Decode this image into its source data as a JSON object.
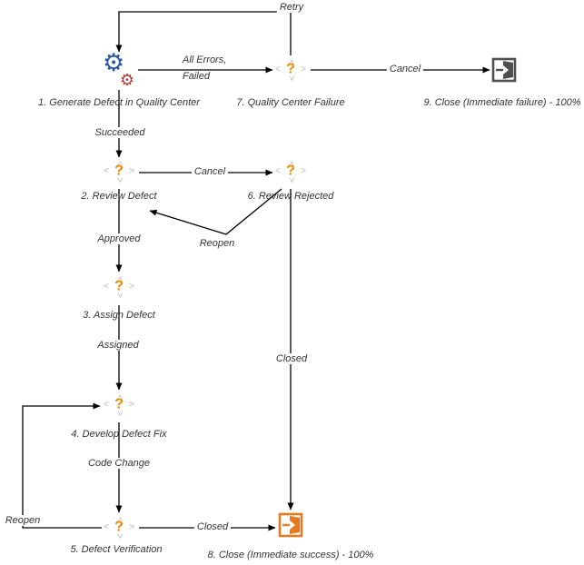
{
  "diagram": {
    "type": "workflow",
    "nodes": [
      {
        "id": 1,
        "label": "1. Generate Defect in Quality Center",
        "icon": "gears-icon"
      },
      {
        "id": 2,
        "label": "2. Review Defect",
        "icon": "question-diamond-icon"
      },
      {
        "id": 3,
        "label": "3. Assign Defect",
        "icon": "question-diamond-icon"
      },
      {
        "id": 4,
        "label": "4. Develop Defect Fix",
        "icon": "question-diamond-icon"
      },
      {
        "id": 5,
        "label": "5. Defect Verification",
        "icon": "question-diamond-icon"
      },
      {
        "id": 6,
        "label": "6. Review Rejected",
        "icon": "question-diamond-icon"
      },
      {
        "id": 7,
        "label": "7. Quality Center Failure",
        "icon": "question-diamond-icon"
      },
      {
        "id": 8,
        "label": "8. Close (Immediate success) - 100%",
        "icon": "exit-door-orange-icon"
      },
      {
        "id": 9,
        "label": "9. Close (Immediate failure) - 100%",
        "icon": "exit-door-gray-icon"
      }
    ],
    "edges": [
      {
        "label": "Retry",
        "from": 7,
        "to": 1
      },
      {
        "label_line1": "All Errors,",
        "label_line2": "Failed",
        "from": 1,
        "to": 7
      },
      {
        "label": "Cancel",
        "from": 7,
        "to": 9
      },
      {
        "label": "Succeeded",
        "from": 1,
        "to": 2
      },
      {
        "label": "Cancel",
        "from": 2,
        "to": 6
      },
      {
        "label": "Reopen",
        "from": 6,
        "to": 2
      },
      {
        "label": "Approved",
        "from": 2,
        "to": 3
      },
      {
        "label": "Assigned",
        "from": 3,
        "to": 4
      },
      {
        "label": "Code Change",
        "from": 4,
        "to": 5
      },
      {
        "label": "Closed",
        "from": 6,
        "to": 8
      },
      {
        "label": "Closed",
        "from": 5,
        "to": 8
      },
      {
        "label": "Reopen",
        "from": 5,
        "to": 4
      }
    ],
    "icons": {
      "gear": "⚙",
      "question_mark": "?",
      "chevron_left": "<",
      "chevron_right": ">"
    },
    "colors": {
      "edge_line": "#000000",
      "question_mark_orange": "#ef8a00",
      "chevron_gray": "#b8b8b8",
      "gear_blue": "#2b55a0",
      "gear_red": "#b23a31",
      "door_gray": "#4f4f4f",
      "door_orange": "#e8791e",
      "label_text": "#333333"
    }
  }
}
